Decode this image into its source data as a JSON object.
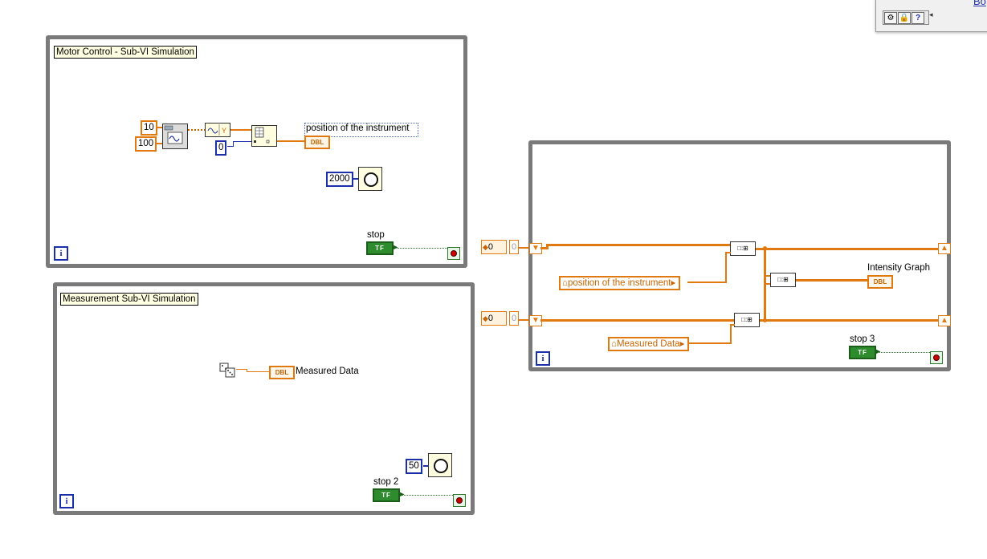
{
  "palette": {
    "link_text": "Bo",
    "buttons": [
      "⚙",
      "🔒",
      "?"
    ],
    "arrow": "◂"
  },
  "loop1": {
    "title": "Motor Control - Sub-VI Simulation",
    "const_10": "10",
    "const_100": "100",
    "const_0": "0",
    "indicator_label": "position of the instrument",
    "indicator_type": "DBL",
    "wait_ms": "2000",
    "stop_label": "stop",
    "stop_type": "TF",
    "iteration_glyph": "i"
  },
  "loop2": {
    "title": "Measurement Sub-VI Simulation",
    "indicator_label": "Measured Data",
    "indicator_type": "DBL",
    "wait_ms": "50",
    "stop_label": "stop 2",
    "stop_type": "TF",
    "iteration_glyph": "i"
  },
  "loop3": {
    "init1_value": "0",
    "init1_index": "0",
    "init2_value": "0",
    "init2_index": "0",
    "local1_label": "position of the instrument",
    "local2_label": "Measured Data",
    "graph_label": "Intensity Graph",
    "graph_type": "DBL",
    "stop_label": "stop 3",
    "stop_type": "TF",
    "iteration_glyph": "i"
  },
  "colors": {
    "orange_wire": "#e07a10",
    "blue_wire": "#1a2fa8",
    "loop_border": "#7a7a7a",
    "boolean_green": "#2e8b2e"
  }
}
